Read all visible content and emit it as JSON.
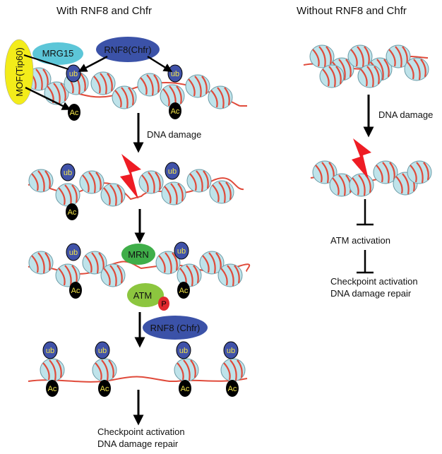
{
  "titles": {
    "left": "With RNF8 and Chfr",
    "right": "Without RNF8 and Chfr"
  },
  "proteins": {
    "mof": "MOF(Tip60)",
    "mrg15": "MRG15",
    "rnf8_top": "RNF8(Chfr)",
    "mrn": "MRN",
    "atm": "ATM",
    "phospho": "P",
    "rnf8_mid": "RNF8 (Chfr)"
  },
  "marks": {
    "ub": "ub",
    "ac": "Ac"
  },
  "left_steps": {
    "damage": "DNA damage",
    "outcome_1": "Checkpoint activation",
    "outcome_2": "DNA damage repair"
  },
  "right_steps": {
    "damage": "DNA damage",
    "atm": "ATM activation",
    "outcome_1": "Checkpoint activation",
    "outcome_2": "DNA damage repair"
  },
  "colors": {
    "nucleosome": "#bfe3ea",
    "nucleosome_stroke": "#6a9aa6",
    "dna": "#e04a3a",
    "ub": "#4052a8",
    "ac": "#000000",
    "rnf8": "#3b52a8",
    "mrg15": "#5cc6d8",
    "mof": "#f3ec1a",
    "mrn": "#3fae49",
    "atm": "#8cc63f",
    "phospho": "#e0282e",
    "lightning": "#ee1c24",
    "label_on_dark": "#f4e64a"
  }
}
